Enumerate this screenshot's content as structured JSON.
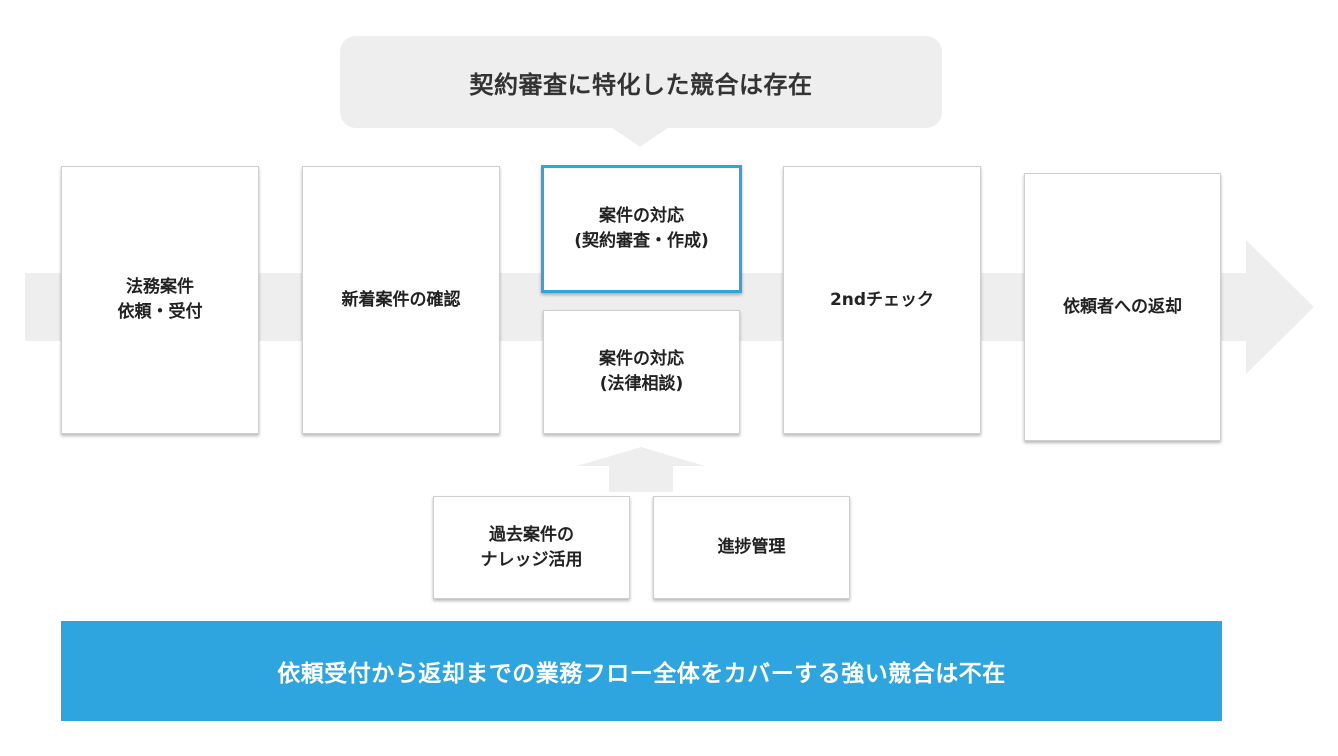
{
  "header_note": "契約審査に特化した競合は存在",
  "flow_steps": [
    "法務案件\n依頼・受付",
    "新着案件の確認",
    "案件の対応\n(契約審査・作成)",
    "案件の対応\n(法律相談)",
    "2ndチェック",
    "依頼者への返却"
  ],
  "support_features": [
    "過去案件の\nナレッジ活用",
    "進捗管理"
  ],
  "conclusion": "依頼受付から返却までの業務フロー全体をカバーする強い競合は不在",
  "colors": {
    "accent": "#2fa5e0",
    "arrow_gray": "#eeeeee",
    "bubble_gray": "#eeeeee"
  }
}
